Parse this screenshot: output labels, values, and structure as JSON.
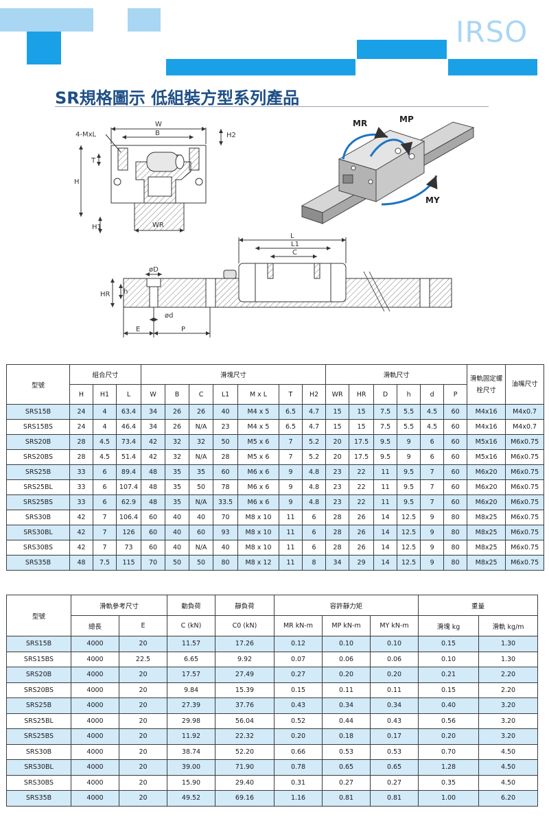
{
  "brand": "IRSO",
  "title": "SR規格圖示  低組裝方型系列產品",
  "diagram_labels": {
    "w": "W",
    "b": "B",
    "mxl": "4-MxL",
    "h2": "H2",
    "t": "T",
    "h": "H",
    "h1": "H1",
    "wr": "WR",
    "mr": "MR",
    "mp": "MP",
    "my": "MY",
    "l": "L",
    "l1": "L1",
    "c": "C",
    "phi_d_big": "øD",
    "phi_d_small": "ød",
    "hr": "HR",
    "h_small": "h",
    "e": "E",
    "p": "P"
  },
  "spec_table": {
    "groups": {
      "model": "型號",
      "assembly": "組合尺寸",
      "block": "滑塊尺寸",
      "rail": "滑軌尺寸",
      "bolt": "滑軌固定螺栓尺寸",
      "oil": "油嘴尺寸"
    },
    "columns": [
      "H",
      "H1",
      "L",
      "W",
      "B",
      "C",
      "L1",
      "M x L",
      "T",
      "H2",
      "WR",
      "HR",
      "D",
      "h",
      "d",
      "P"
    ],
    "rows": [
      [
        "SRS15B",
        "24",
        "4",
        "63.4",
        "34",
        "26",
        "26",
        "40",
        "M4 x 5",
        "6.5",
        "4.7",
        "15",
        "15",
        "7.5",
        "5.5",
        "4.5",
        "60",
        "M4x16",
        "M4x0.7"
      ],
      [
        "SRS15BS",
        "24",
        "4",
        "46.4",
        "34",
        "26",
        "N/A",
        "23",
        "M4 x 5",
        "6.5",
        "4.7",
        "15",
        "15",
        "7.5",
        "5.5",
        "4.5",
        "60",
        "M4x16",
        "M4x0.7"
      ],
      [
        "SRS20B",
        "28",
        "4.5",
        "73.4",
        "42",
        "32",
        "32",
        "50",
        "M5 x 6",
        "7",
        "5.2",
        "20",
        "17.5",
        "9.5",
        "9",
        "6",
        "60",
        "M5x16",
        "M6x0.75"
      ],
      [
        "SRS20BS",
        "28",
        "4.5",
        "51.4",
        "42",
        "32",
        "N/A",
        "28",
        "M5 x 6",
        "7",
        "5.2",
        "20",
        "17.5",
        "9.5",
        "9",
        "6",
        "60",
        "M5x16",
        "M6x0.75"
      ],
      [
        "SRS25B",
        "33",
        "6",
        "89.4",
        "48",
        "35",
        "35",
        "60",
        "M6 x 6",
        "9",
        "4.8",
        "23",
        "22",
        "11",
        "9.5",
        "7",
        "60",
        "M6x20",
        "M6x0.75"
      ],
      [
        "SRS25BL",
        "33",
        "6",
        "107.4",
        "48",
        "35",
        "50",
        "78",
        "M6 x 6",
        "9",
        "4.8",
        "23",
        "22",
        "11",
        "9.5",
        "7",
        "60",
        "M6x20",
        "M6x0.75"
      ],
      [
        "SRS25BS",
        "33",
        "6",
        "62.9",
        "48",
        "35",
        "N/A",
        "33.5",
        "M6 x 6",
        "9",
        "4.8",
        "23",
        "22",
        "11",
        "9.5",
        "7",
        "60",
        "M6x20",
        "M6x0.75"
      ],
      [
        "SRS30B",
        "42",
        "7",
        "106.4",
        "60",
        "40",
        "40",
        "70",
        "M8 x 10",
        "11",
        "6",
        "28",
        "26",
        "14",
        "12.5",
        "9",
        "80",
        "M8x25",
        "M6x0.75"
      ],
      [
        "SRS30BL",
        "42",
        "7",
        "126",
        "60",
        "40",
        "60",
        "93",
        "M8 x 10",
        "11",
        "6",
        "28",
        "26",
        "14",
        "12.5",
        "9",
        "80",
        "M8x25",
        "M6x0.75"
      ],
      [
        "SRS30BS",
        "42",
        "7",
        "73",
        "60",
        "40",
        "N/A",
        "40",
        "M8 x 10",
        "11",
        "6",
        "28",
        "26",
        "14",
        "12.5",
        "9",
        "80",
        "M8x25",
        "M6x0.75"
      ],
      [
        "SRS35B",
        "48",
        "7.5",
        "115",
        "70",
        "50",
        "50",
        "80",
        "M8 x 12",
        "11",
        "8",
        "34",
        "29",
        "14",
        "12.5",
        "9",
        "80",
        "M8x25",
        "M6x0.75"
      ]
    ]
  },
  "load_table": {
    "groups": {
      "model": "型號",
      "rail_ref": "滑軌參考尺寸",
      "dynamic": "動負荷",
      "static": "靜負荷",
      "moment": "容許靜力矩",
      "weight": "重量"
    },
    "columns": [
      "總長",
      "E",
      "C (kN)",
      "C0 (kN)",
      "MR kN-m",
      "MP kN-m",
      "MY kN-m",
      "滑塊 kg",
      "滑軌 kg/m"
    ],
    "rows": [
      [
        "SRS15B",
        "4000",
        "20",
        "11.57",
        "17.26",
        "0.12",
        "0.10",
        "0.10",
        "0.15",
        "1.30"
      ],
      [
        "SRS15BS",
        "4000",
        "22.5",
        "6.65",
        "9.92",
        "0.07",
        "0.06",
        "0.06",
        "0.10",
        "1.30"
      ],
      [
        "SRS20B",
        "4000",
        "20",
        "17.57",
        "27.49",
        "0.27",
        "0.20",
        "0.20",
        "0.21",
        "2.20"
      ],
      [
        "SRS20BS",
        "4000",
        "20",
        "9.84",
        "15.39",
        "0.15",
        "0.11",
        "0.11",
        "0.15",
        "2.20"
      ],
      [
        "SRS25B",
        "4000",
        "20",
        "27.39",
        "37.76",
        "0.43",
        "0.34",
        "0.34",
        "0.40",
        "3.20"
      ],
      [
        "SRS25BL",
        "4000",
        "20",
        "29.98",
        "56.04",
        "0.52",
        "0.44",
        "0.43",
        "0.56",
        "3.20"
      ],
      [
        "SRS25BS",
        "4000",
        "20",
        "11.92",
        "22.32",
        "0.20",
        "0.18",
        "0.17",
        "0.20",
        "3.20"
      ],
      [
        "SRS30B",
        "4000",
        "20",
        "38.74",
        "52.20",
        "0.66",
        "0.53",
        "0.53",
        "0.70",
        "4.50"
      ],
      [
        "SRS30BL",
        "4000",
        "20",
        "39.00",
        "71.90",
        "0.78",
        "0.65",
        "0.65",
        "1.28",
        "4.50"
      ],
      [
        "SRS30BS",
        "4000",
        "20",
        "15.90",
        "29.40",
        "0.31",
        "0.27",
        "0.27",
        "0.35",
        "4.50"
      ],
      [
        "SRS35B",
        "4000",
        "20",
        "49.52",
        "69.16",
        "1.16",
        "0.81",
        "0.81",
        "1.00",
        "6.20"
      ]
    ]
  },
  "colors": {
    "light_blue": "#a9d6f3",
    "blue": "#1aa0e6",
    "title_navy": "#1e4f86",
    "row_tint": "#d3eaf9",
    "arrow_blue": "#1c74c4"
  }
}
